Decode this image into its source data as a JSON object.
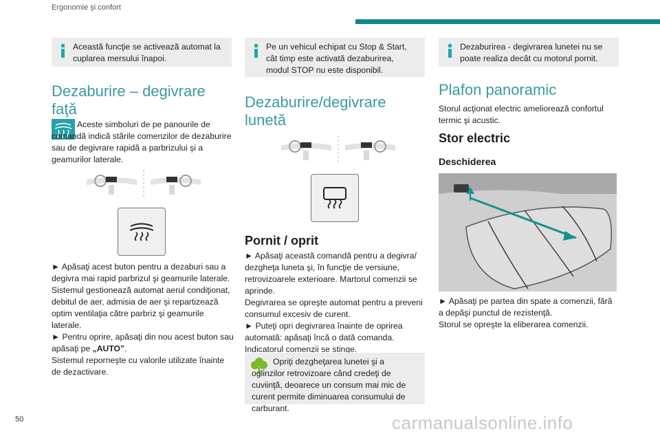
{
  "header": {
    "section": "Ergonomie şi confort"
  },
  "page_number": "50",
  "watermark": "carmanualsonline.info",
  "col1": {
    "note": "Această funcţie se activează automat la cuplarea mersului înapoi.",
    "title": "Dezaburire – degivrare faţă",
    "intro": "Aceste simboluri de pe panourile de comandă indică stările comenzilor de dezaburire sau de degivrare rapidă a parbrizului şi a geamurilor laterale.",
    "p1": "► Apăsaţi acest buton pentru a dezaburi sau a degivra mai rapid parbrizul şi geamurile laterale.",
    "p2": "Sistemul gestionează automat aerul condiţionat, debitul de aer, admisia de aer şi repartizează optim ventilaţia către parbriz şi geamurile laterale.",
    "p3a": "► Pentru oprire, apăsaţi din nou acest buton sau apăsaţi pe ",
    "p3b": "„AUTO”",
    "p3c": ".",
    "p4": "Sistemul reporneşte cu valorile utilizate înainte de dezactivare."
  },
  "col2": {
    "note": "Pe un vehicul echipat cu Stop & Start, cât timp este activată dezaburirea, modul STOP nu este disponibil.",
    "title": "Dezaburire/degivrare lunetă",
    "subtitle": "Pornit / oprit",
    "p1": "► Apăsaţi această comandă pentru a degivra/ dezgheţa luneta şi, în funcţie de versiune, retrovizoarele exterioare. Martorul comenzii se aprinde.",
    "p2": "Degivrarea se opreşte automat pentru a preveni consumul excesiv de curent.",
    "p3": "► Puteţi opri degivrarea înainte de oprirea automată: apăsaţi încă o dată comanda.",
    "p4": "Indicatorul comenzii se stinge.",
    "eco_note": "Opriţi dezgheţarea lunetei şi a oglinzilor retrovizoare când credeţi de cuviinţă, deoarece un consum mai mic de curent permite diminuarea consumului de carburant."
  },
  "col3": {
    "note": "Dezaburirea - degivrarea lunetei nu se poate realiza decât cu motorul pornit.",
    "title": "Plafon panoramic",
    "intro": "Storul acţionat electric ameliorează confortul termic şi acustic.",
    "subtitle": "Stor electric",
    "sub2": "Deschiderea",
    "p1": "► Apăsaţi pe partea din spate a comenzii, fără a depăşi punctul de rezistenţă.",
    "p2": "Storul se opreşte la eliberarea comenzii."
  },
  "colors": {
    "accent": "#3a9aa0",
    "bar": "#0f8a8c",
    "note_bg": "#ececec",
    "eco_green": "#7ab929"
  }
}
